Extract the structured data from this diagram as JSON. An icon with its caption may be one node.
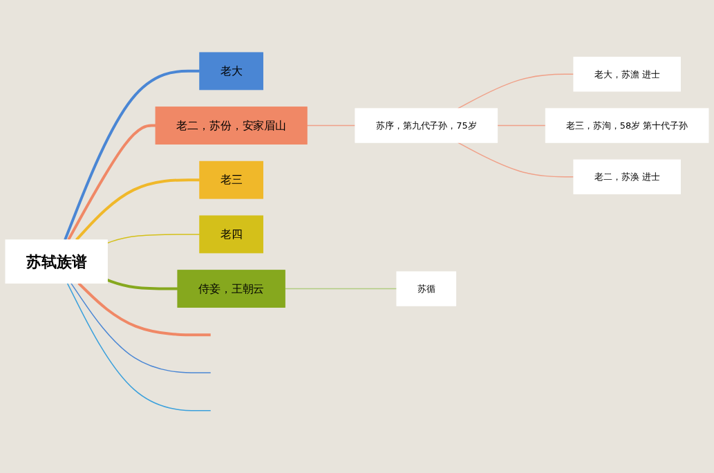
{
  "diagram": {
    "nodes": [
      {
        "text": [
          "苏轼族谱"
        ]
      },
      {
        "text": [
          "老大"
        ]
      },
      {
        "text": [
          "老二，苏份，安家眉山"
        ]
      },
      {
        "text": [
          "苏序，第九代子孙，75岁"
        ]
      },
      {
        "text": [
          "老大，苏澹 进士"
        ]
      },
      {
        "text": [
          "老三，苏洵，58岁 第十代子孙"
        ]
      },
      {
        "text": [
          "老二，苏涣 进士"
        ]
      },
      {
        "text": [
          "老三"
        ]
      },
      {
        "text": [
          "老四"
        ]
      },
      {
        "text": [
          "侍妾，王朝云"
        ]
      },
      {
        "text": [
          "苏循"
        ]
      }
    ],
    "edges": [
      {
        "from": 0,
        "to": 1,
        "arrow": "none",
        "style": "thick",
        "color": "#4a86d4"
      },
      {
        "from": 0,
        "to": 2,
        "arrow": "none",
        "style": "thick",
        "color": "#f08866"
      },
      {
        "from": 2,
        "to": 3,
        "arrow": "none",
        "color": "#f0a088"
      },
      {
        "from": 3,
        "to": 4,
        "arrow": "none",
        "color": "#f0a088"
      },
      {
        "from": 3,
        "to": 5,
        "arrow": "none",
        "color": "#f0a088"
      },
      {
        "from": 3,
        "to": 6,
        "arrow": "none",
        "color": "#f0a088"
      },
      {
        "from": 0,
        "to": 7,
        "arrow": "none",
        "style": "thick",
        "color": "#f0b82a"
      },
      {
        "from": 0,
        "to": 8,
        "arrow": "none",
        "color": "#d4c01a"
      },
      {
        "from": 0,
        "to": 9,
        "arrow": "none",
        "style": "thick",
        "color": "#86a81e"
      },
      {
        "from": 9,
        "to": 10,
        "arrow": "none",
        "color": "#b0cc80"
      },
      {
        "from": 0,
        "to": null,
        "arrow": "none",
        "color": "#3aa0dc"
      },
      {
        "from": 0,
        "to": null,
        "arrow": "none",
        "color": "#4a86d4"
      },
      {
        "from": 0,
        "to": null,
        "arrow": "none",
        "style": "thick",
        "color": "#f08866"
      }
    ]
  }
}
